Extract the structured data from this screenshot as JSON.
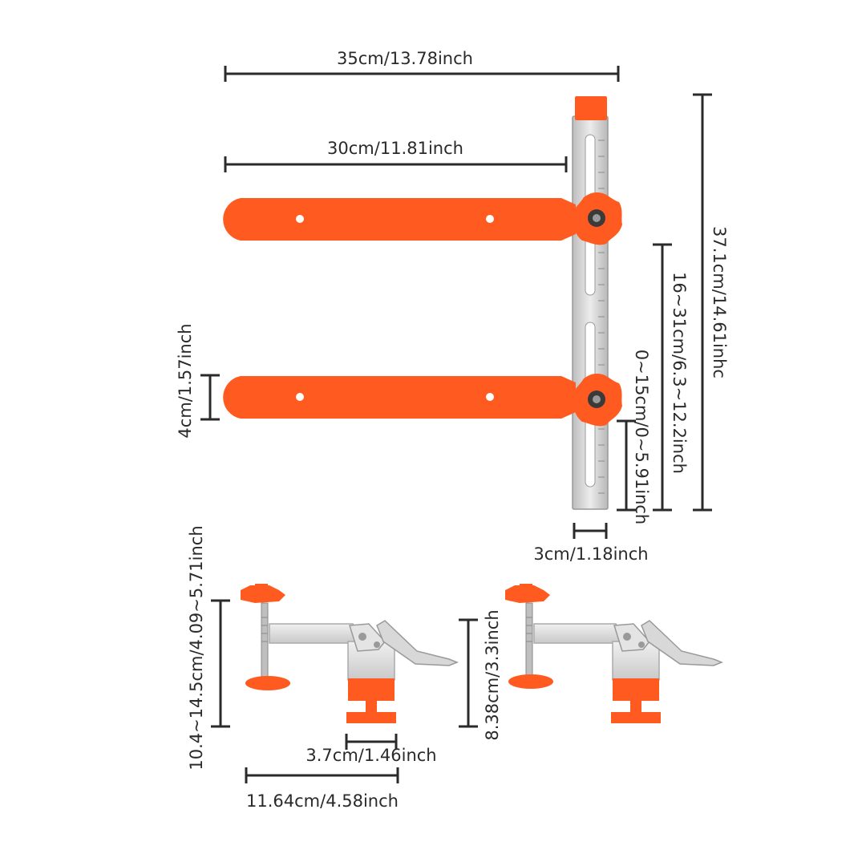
{
  "dimensions": {
    "overall_width": "35cm/13.78inch",
    "arm_length": "30cm/11.81inch",
    "overall_height": "37.1cm/14.61inhc",
    "slide_range": "16~31cm/6.3~12.2inch",
    "lower_range": "0~15cm/0~5.91inch",
    "arm_width": "4cm/1.57inch",
    "rail_width": "3cm/1.18inch",
    "clamp_height_range": "10.4~14.5cm/4.09~5.71inch",
    "clamp_jaw_width": "3.7cm/1.46inch",
    "clamp_length": "11.64cm/4.58inch",
    "clamp_height": "8.38cm/3.3inch"
  },
  "colors": {
    "orange": "#ff5a1f",
    "steel": "#d6d6d6",
    "line": "#2a2a2a"
  }
}
